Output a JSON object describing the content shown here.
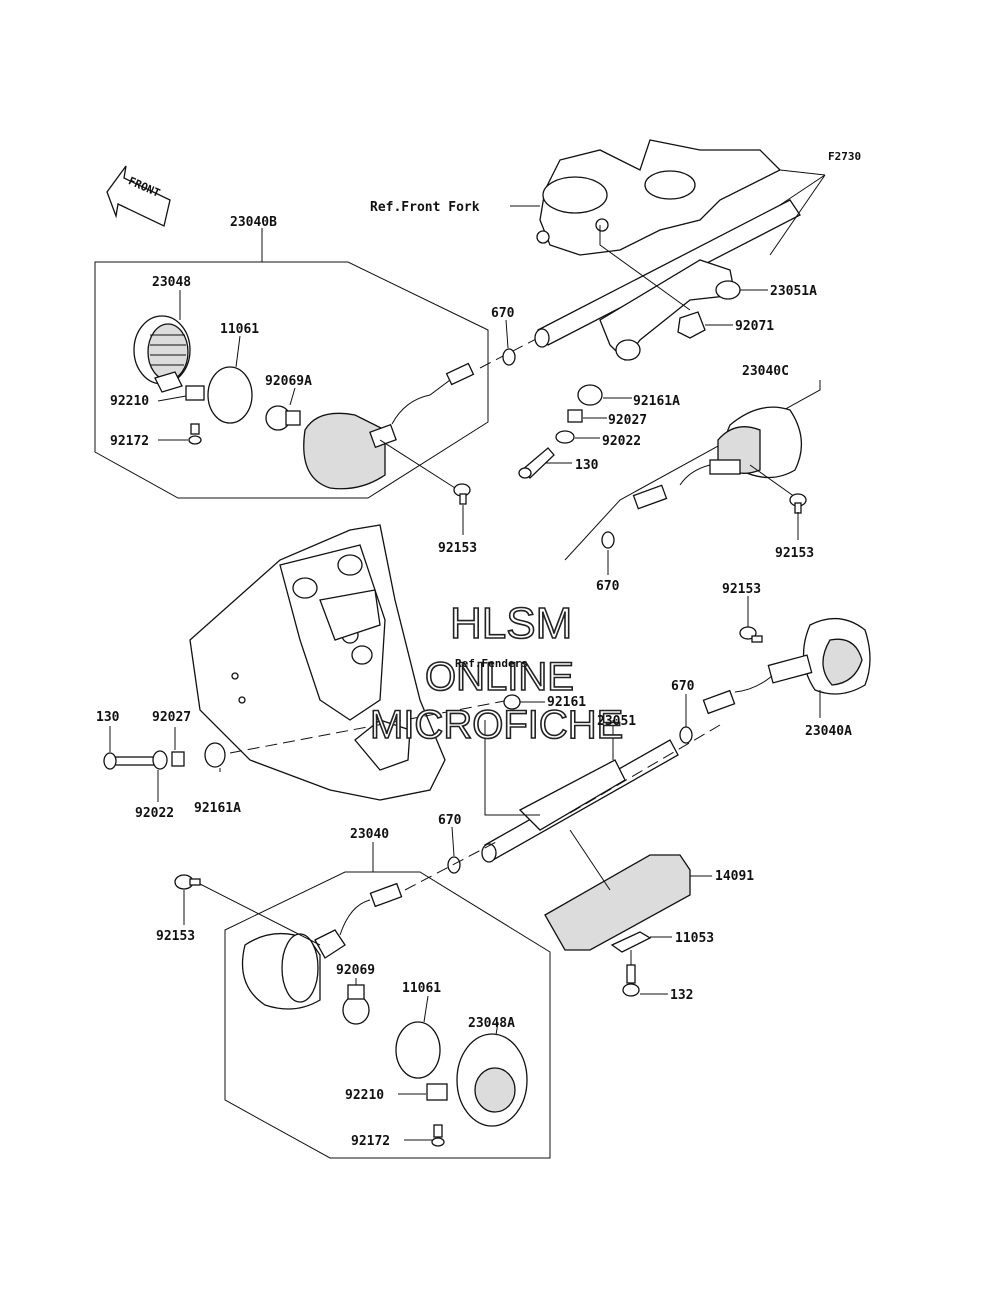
{
  "figure_code": "F2730",
  "direction_indicator": "FRONT",
  "references": {
    "front_fork": "Ref.Front Fork",
    "fenders": "Ref.Fenders"
  },
  "watermark": {
    "line1": "HLSM",
    "line2": "ONLINE",
    "line3": "MICROFICHE"
  },
  "callouts": {
    "c23040B": "23040B",
    "c23048": "23048",
    "c11061_top": "11061",
    "c92069A": "92069A",
    "c92210_top": "92210",
    "c92172_top": "92172",
    "c670_top": "670",
    "c92153_top": "92153",
    "c23051A": "23051A",
    "c92071": "92071",
    "c92161A_top": "92161A",
    "c92027_top": "92027",
    "c92022_top": "92022",
    "c130_top": "130",
    "c23040C": "23040C",
    "c92153_c": "92153",
    "c670_mid": "670",
    "c92153_a": "92153",
    "c670_right": "670",
    "c23040A": "23040A",
    "c92161": "92161",
    "c23051": "23051",
    "c130_left": "130",
    "c92027_left": "92027",
    "c92022_left": "92022",
    "c92161A_left": "92161A",
    "c23040": "23040",
    "c670_bottom": "670",
    "c92153_bottom": "92153",
    "c14091": "14091",
    "c11053": "11053",
    "c132": "132",
    "c92069": "92069",
    "c11061_bottom": "11061",
    "c23048A": "23048A",
    "c92210_bottom": "92210",
    "c92172_bottom": "92172"
  }
}
